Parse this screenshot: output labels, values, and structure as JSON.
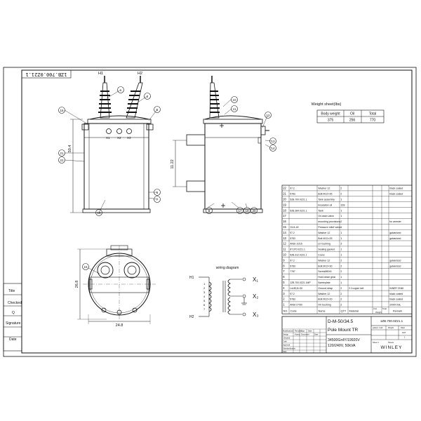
{
  "drawing_number": "1ZB.700.0Z21.1",
  "dimensions": {
    "front_height": "50.4",
    "bracket_spacing": "11.22",
    "plan_depth": "26.8",
    "plan_width": "24.8"
  },
  "bushing_labels": {
    "h1": "H1",
    "h2": "H2",
    "x1": "X1",
    "x2": "X2",
    "x3": "X3"
  },
  "balloons": [
    "1",
    "2",
    "3",
    "4",
    "5",
    "6",
    "7",
    "8",
    "9",
    "10",
    "11",
    "12",
    "13",
    "14",
    "15",
    "16",
    "17",
    "18",
    "19",
    "20",
    "21",
    "22"
  ],
  "weight_sheet": {
    "title": "Weight sheet(lbs)",
    "headers": [
      "Body weight",
      "Oil",
      "Total"
    ],
    "values": [
      "375",
      "256",
      "770"
    ]
  },
  "wiring": {
    "title": "wiring diagram",
    "h1": "H1",
    "h2": "H2",
    "x1": "X₁",
    "x2": "X₂",
    "x3": "X₃",
    "taps": [
      "1",
      "2",
      "3",
      "4",
      "5",
      "6",
      "7"
    ]
  },
  "side_labels": [
    "Title",
    "Checked",
    "Q",
    "Signature",
    "Date"
  ],
  "bom": {
    "rows": [
      {
        "no": "22",
        "code": "97.2",
        "name": "Washer 12",
        "qty": "2",
        "material": "",
        "unit": "",
        "total": "",
        "remark": "black coated"
      },
      {
        "no": "21",
        "code": "5783",
        "name": "Bolt M12×35",
        "qty": "2",
        "material": "",
        "unit": "",
        "total": "",
        "remark": "black coated"
      },
      {
        "no": "20",
        "code": "5ZB.700.0Z21.1",
        "name": "Tank assembly",
        "qty": "1",
        "material": "",
        "unit": "",
        "total": "",
        "remark": ""
      },
      {
        "no": "19",
        "code": "",
        "name": "Insulation oil",
        "qty": "128",
        "material": "",
        "unit": "",
        "total": "",
        "remark": ""
      },
      {
        "no": "18",
        "code": "5ZB.384.0Z21.1",
        "name": "Tank",
        "qty": "1",
        "material": "",
        "unit": "",
        "total": "",
        "remark": ""
      },
      {
        "no": "17",
        "code": "",
        "name": "Oil drain valve",
        "qty": "1",
        "material": "",
        "unit": "",
        "total": "",
        "remark": ""
      },
      {
        "no": "16",
        "code": "",
        "name": "mounting provisions",
        "qty": "2",
        "material": "",
        "unit": "",
        "total": "",
        "remark": "for arrester"
      },
      {
        "no": "15",
        "code": "G1/4-18",
        "name": "Pressure relief valve",
        "qty": "1",
        "material": "",
        "unit": "",
        "total": "",
        "remark": ""
      },
      {
        "no": "14",
        "code": "97.2",
        "name": "Washer 12",
        "qty": "1",
        "material": "",
        "unit": "",
        "total": "",
        "remark": "galvanized"
      },
      {
        "no": "13",
        "code": "5783",
        "name": "Bolt M12×25",
        "qty": "1",
        "material": "",
        "unit": "",
        "total": "",
        "remark": "galvanized"
      },
      {
        "no": "12",
        "code": "ANSI-1/315",
        "name": "LV bushing",
        "qty": "3",
        "material": "",
        "unit": "",
        "total": "",
        "remark": ""
      },
      {
        "no": "11",
        "code": "8T.370.0Z21.1",
        "name": "Sealing gasket",
        "qty": "1",
        "material": "",
        "unit": "",
        "total": "",
        "remark": ""
      },
      {
        "no": "10",
        "code": "5ZB.312.0Z21.1",
        "name": "Cover",
        "qty": "1",
        "material": "",
        "unit": "",
        "total": "",
        "remark": ""
      },
      {
        "no": "9",
        "code": "97.2",
        "name": "Washer 12",
        "qty": "2",
        "material": "",
        "unit": "",
        "total": "",
        "remark": "galvanized"
      },
      {
        "no": "8",
        "code": "5783",
        "name": "Bolt M12×30",
        "qty": "2",
        "material": "",
        "unit": "",
        "total": "",
        "remark": "galvanized"
      },
      {
        "no": "7",
        "code": "7787",
        "name": "ScrewM6X6",
        "qty": "2",
        "material": "",
        "unit": "",
        "total": "",
        "remark": ""
      },
      {
        "no": "6",
        "code": "",
        "name": "Hold down gear",
        "qty": "1",
        "material": "",
        "unit": "",
        "total": "",
        "remark": ""
      },
      {
        "no": "5",
        "code": "1ZB.700.0Z21.1MP",
        "name": "Nameplate",
        "qty": "1",
        "material": "",
        "unit": "",
        "total": "",
        "remark": ""
      },
      {
        "no": "4",
        "code": "Ls180,8=30",
        "name": "Ground strap",
        "qty": "2",
        "material": "0.3 copper belt",
        "unit": "",
        "total": "",
        "remark": "INNER TANK"
      },
      {
        "no": "3",
        "code": "97.2",
        "name": "Washer 12",
        "qty": "2",
        "material": "",
        "unit": "",
        "total": "",
        "remark": "black coated"
      },
      {
        "no": "2",
        "code": "5783",
        "name": "Bolt M12×20",
        "qty": "2",
        "material": "",
        "unit": "",
        "total": "",
        "remark": "black coated"
      },
      {
        "no": "1",
        "code": "ANSI-27/50",
        "name": "HV bushing",
        "qty": "2",
        "material": "",
        "unit": "",
        "total": "",
        "remark": "200KV BIL"
      }
    ],
    "headers": {
      "no": "NO.",
      "code": "Code",
      "name": "Name",
      "qty": "QTY",
      "material": "Material",
      "unit": "Unit",
      "total": "Total",
      "weight": "Weight",
      "remark": "Remark"
    }
  },
  "title_block": {
    "model": "D-M-50/34.5",
    "name": "Pole Mount TR",
    "spec1": "34500GrdY/19920V",
    "spec2": "120/240V, 50kVA",
    "drawing_no": "1ZB.700.0Z21.1",
    "company": "WINLEY",
    "row_labels": [
      "Modifications",
      "Remarks",
      "Design",
      "Checked",
      "Craft",
      "Approval",
      "Standardization",
      "Date"
    ],
    "col_labels": [
      "Sign",
      "Date",
      "Kuang",
      "Document",
      "Date",
      "Signature",
      "Note"
    ],
    "pattern": "pattern mark",
    "weight": "Weight",
    "ratio": "Ratio",
    "nowt": "NOT",
    "sheet": "1",
    "sheet_of": "Sheet 1",
    "sheets": "Sheets"
  }
}
